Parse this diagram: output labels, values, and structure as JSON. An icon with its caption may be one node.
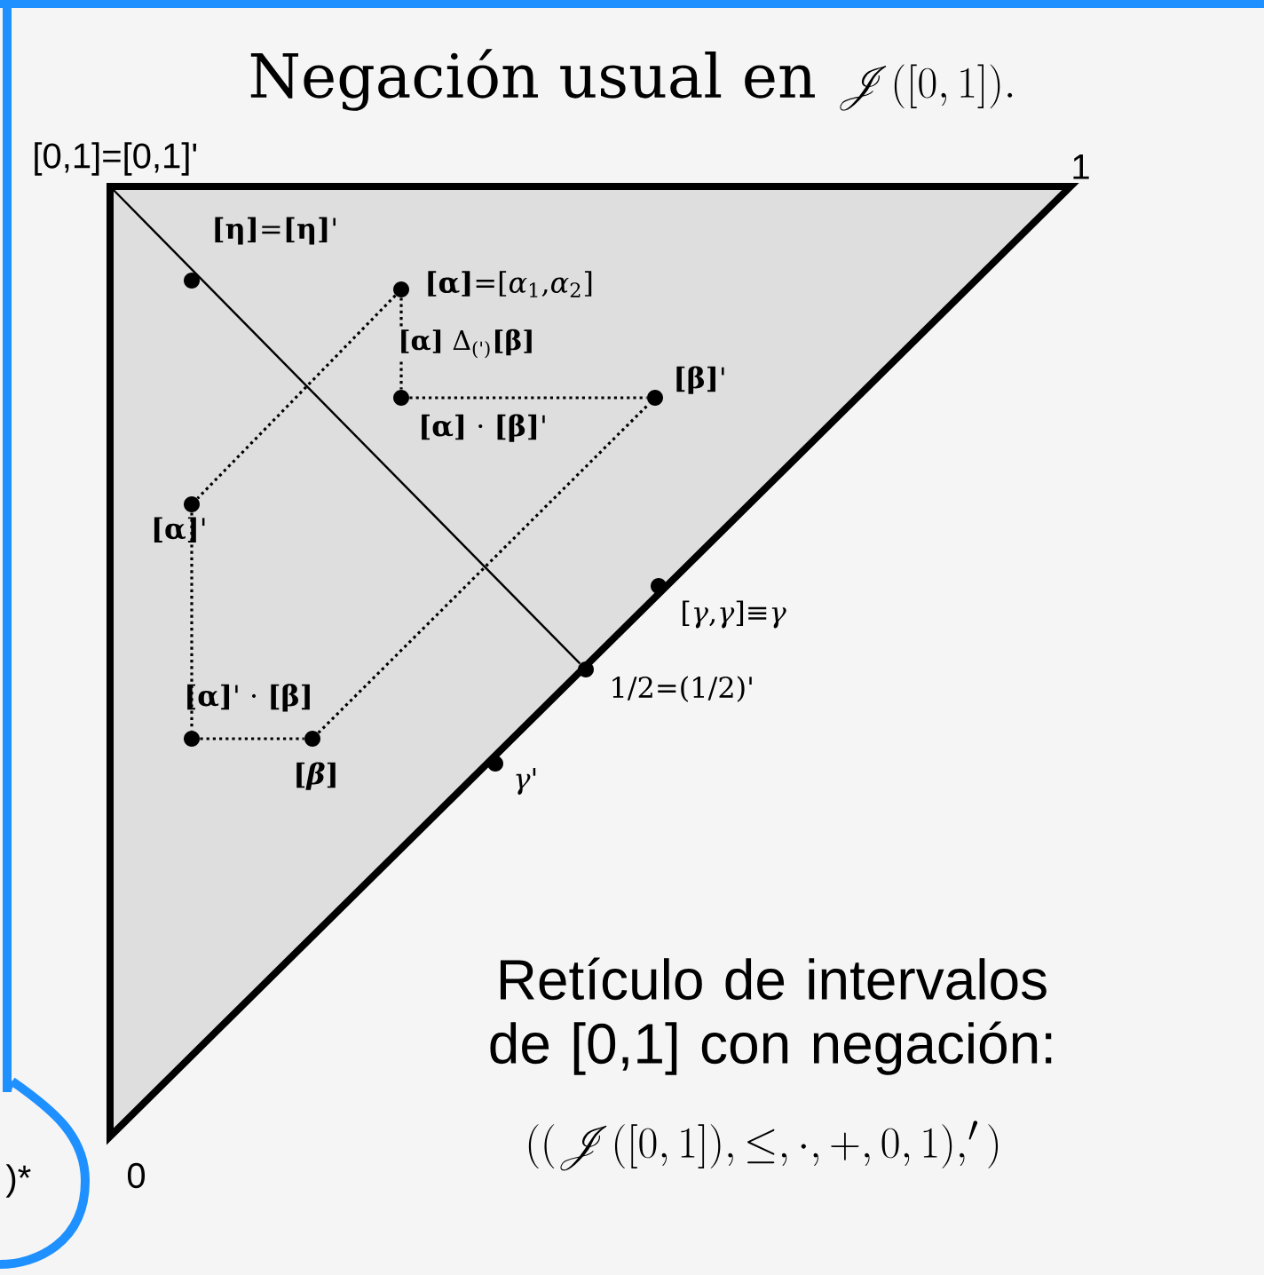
{
  "diagram": {
    "title": "\\text{Negación usual en }\\mathscr{J}([0,1]).",
    "nodes": [
      {
        "text": [],
        "shape": "circle",
        "beside": [
          "**[η]**=**[η]**'"
        ]
      },
      {
        "text": [],
        "shape": "circle",
        "beside": [
          "**[α]**=[*α*$_{1}$,*α*$_{2}$]"
        ]
      },
      {
        "text": [],
        "shape": "circle",
        "beside": [
          "**[α]** · **[β]**'"
        ]
      },
      {
        "text": [],
        "shape": "circle",
        "beside": [
          "**[β]**'"
        ]
      },
      {
        "text": [],
        "shape": "circle",
        "beside": [
          "**[α]**'"
        ]
      },
      {
        "text": [],
        "shape": "circle",
        "beside": [
          "**[α]**' · **[β]**"
        ]
      },
      {
        "text": [],
        "shape": "circle",
        "beside": [
          "**[*β*]**"
        ]
      },
      {
        "text": [],
        "shape": "circle",
        "beside": [
          "[*γ*,*γ*]≡*γ*"
        ]
      },
      {
        "text": [],
        "shape": "circle",
        "beside": [
          "1/2=(1/2)'"
        ]
      },
      {
        "text": [],
        "shape": "circle",
        "beside": [
          "*γ*'"
        ]
      },
      {
        "text": [
          "[0,1]=[0,1]'"
        ]
      }
    ],
    "edges": [
      {
        "from": 1,
        "to": 4,
        "arrow": "none",
        "style": "dashed"
      },
      {
        "from": 1,
        "to": 2,
        "arrow": "none",
        "style": "dashed",
        "label": "**[α]** Δ$_{(')}$**[β]**"
      },
      {
        "from": 2,
        "to": 3,
        "arrow": "none",
        "style": "dashed"
      },
      {
        "from": 4,
        "to": 5,
        "arrow": "none",
        "style": "dashed"
      },
      {
        "from": 5,
        "to": 6,
        "arrow": "none",
        "style": "dashed"
      },
      {
        "from": 6,
        "to": 3,
        "arrow": "none",
        "style": "dashed"
      },
      {
        "from": 10,
        "to": 8,
        "arrow": "none"
      }
    ],
    "labels": [
      "1",
      "0",
      ")*",
      "Retículo de intervalos de [0,1] con negación:",
      "((\\mathscr{J}([0,1]),\\leq,\\cdot,+,0,1),')"
    ]
  }
}
